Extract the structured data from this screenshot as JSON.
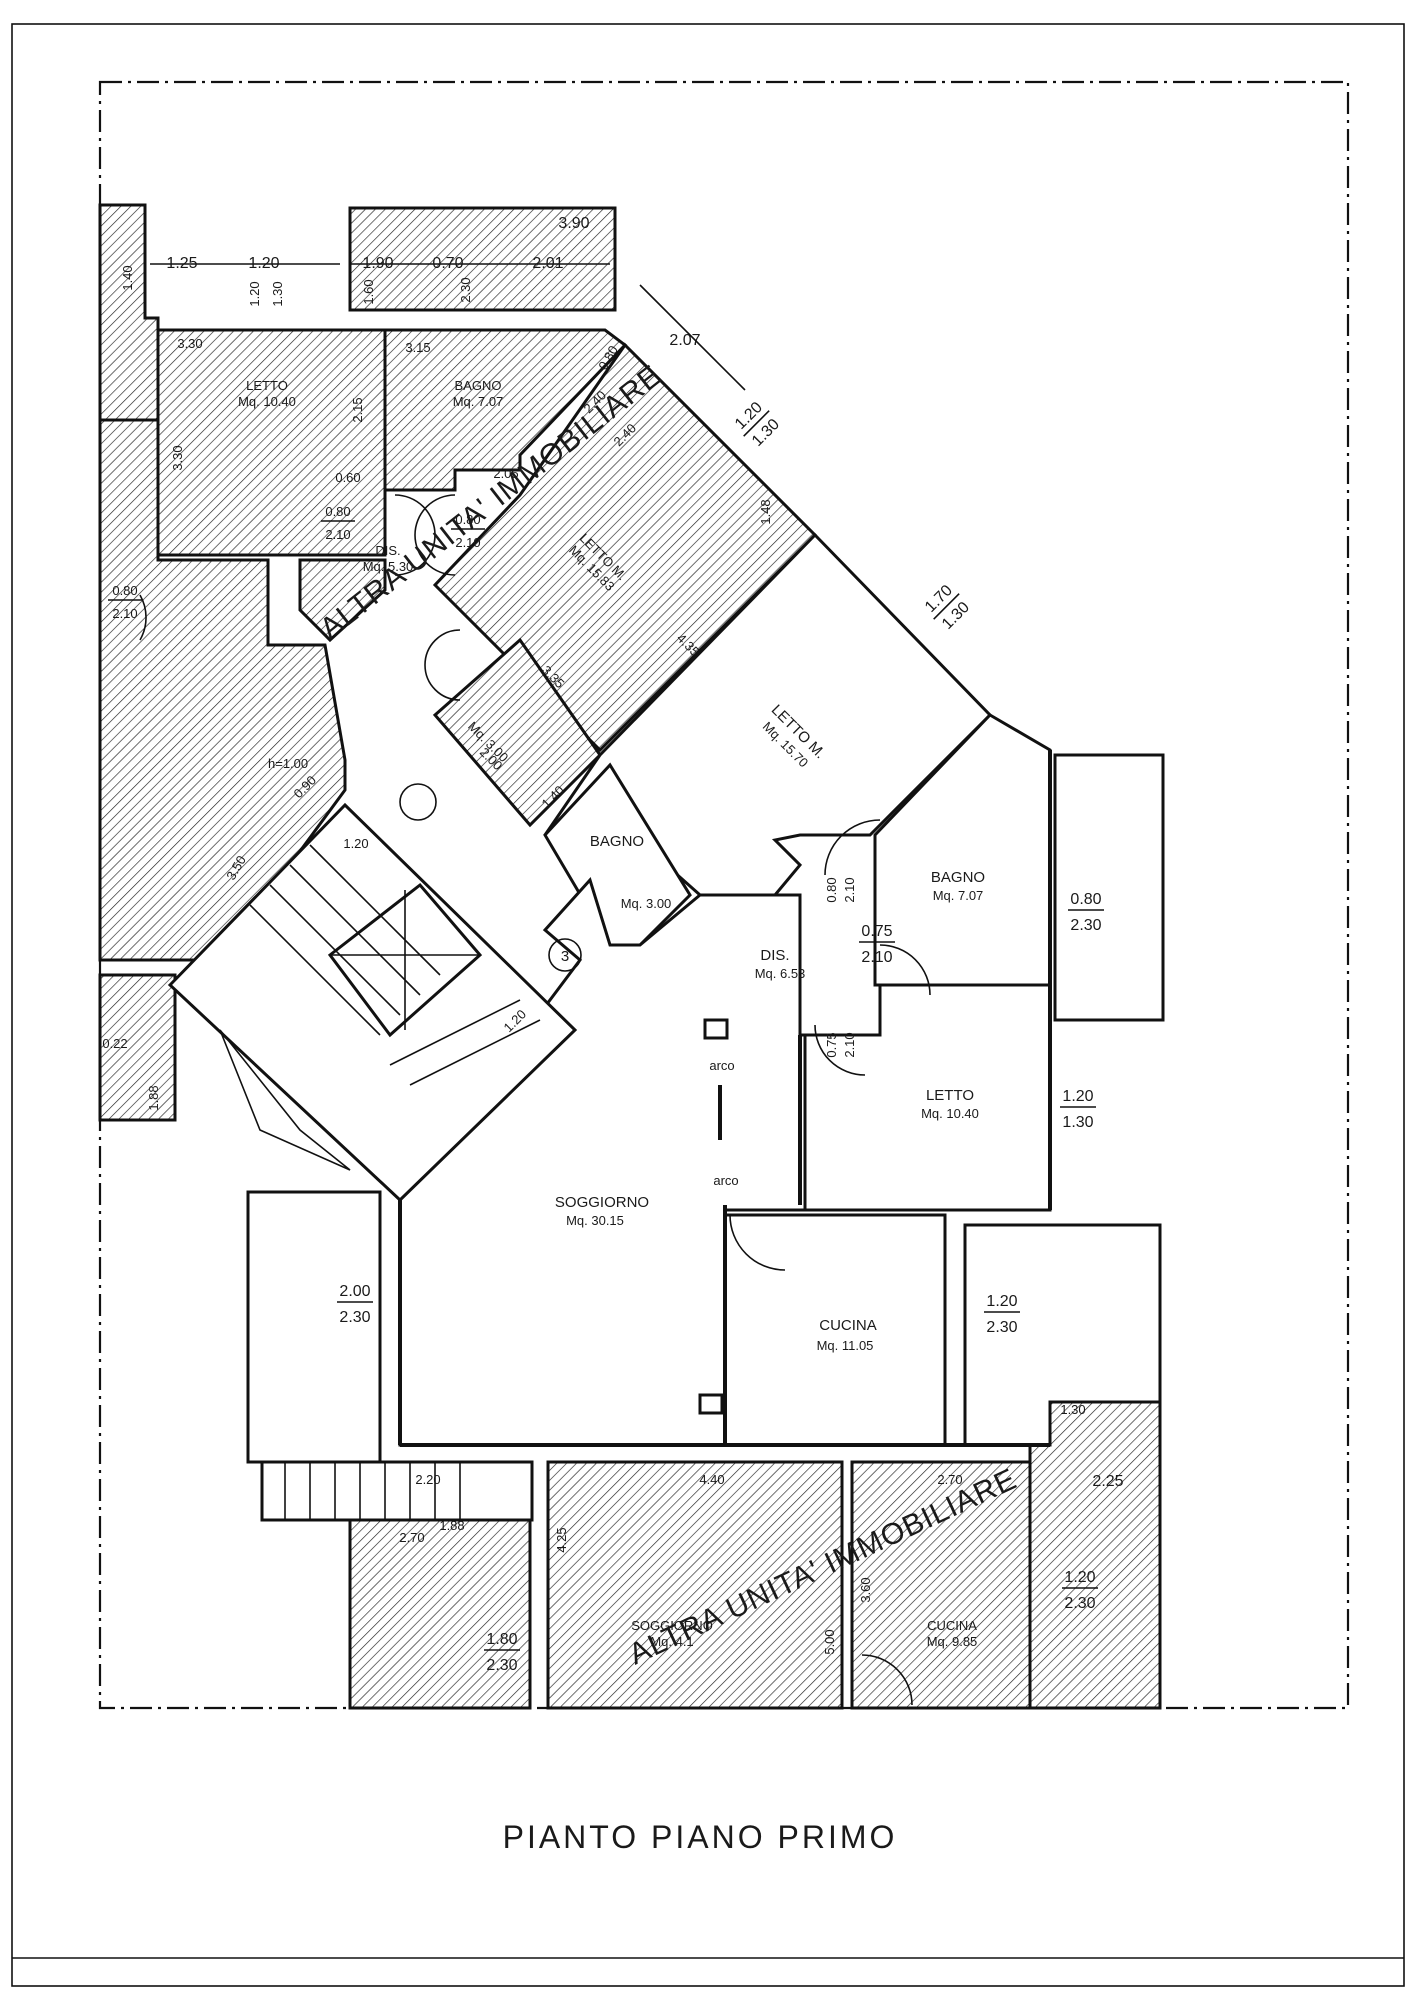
{
  "drawing": {
    "title": "PIANTO  PIANO  PRIMO",
    "other_unit_label": "ALTRA UNITA' IMMOBILIARE",
    "stair_number": "3",
    "rooms": {
      "soggiorno": {
        "name": "SOGGIORNO",
        "area": "Mq. 30.15"
      },
      "cucina": {
        "name": "CUCINA",
        "area": "Mq. 11.05"
      },
      "letto_bottom": {
        "name": "LETTO",
        "area": "Mq. 10.40"
      },
      "bagno_right": {
        "name": "BAGNO",
        "area": "Mq. 7.07"
      },
      "dis": {
        "name": "DIS.",
        "area": "Mq. 6.53"
      },
      "letto_m": {
        "name": "LETTO M.",
        "area": "Mq. 15.70"
      },
      "bagno_small": {
        "name": "BAGNO",
        "area": "Mq. 3.00"
      },
      "other_letto": {
        "name": "LETTO",
        "area": "Mq. 10.40"
      },
      "other_bagno": {
        "name": "BAGNO",
        "area": "Mq. 7.07"
      },
      "other_dis": {
        "name": "DIS.",
        "area": "Mq. 5.30"
      },
      "other_letto_m": {
        "name": "LETTO M.",
        "area": "Mq. 15.83"
      },
      "other_wc": {
        "name": "",
        "area": "Mq. 3.00"
      },
      "other_soggiorno": {
        "name": "SOGGIORNO",
        "area": "Mq. 4.1"
      },
      "other_cucina": {
        "name": "CUCINA",
        "area": "Mq. 9.85"
      }
    },
    "labels": {
      "arco": "arco",
      "arco_vertical": "arco",
      "h_label": "h=1.00"
    },
    "windows": {
      "w_right1": {
        "top": "0.80",
        "bottom": "2.30"
      },
      "w_right2": {
        "top": "1.20",
        "bottom": "1.30"
      },
      "w_right3": {
        "top": "1.20",
        "bottom": "2.30"
      },
      "w_left": {
        "top": "2.00",
        "bottom": "2.30"
      },
      "w_bottom_right": {
        "top": "1.20",
        "bottom": "2.30"
      },
      "w_bottom_left": {
        "top": "1.80",
        "bottom": "2.30"
      },
      "w_diag1": {
        "top": "1.70",
        "bottom": "1.30"
      },
      "w_diag2": {
        "top": "1.20",
        "bottom": "1.30"
      }
    },
    "doors": {
      "d_dis1": {
        "top": "0.75",
        "bottom": "2.10"
      },
      "d_bagno_v": {
        "top": "0.80",
        "bottom": "2.10"
      },
      "d_letto_v": {
        "top": "0.75",
        "bottom": "2.10"
      },
      "d_left1": {
        "top": "0.80",
        "bottom": "2.10"
      },
      "d_dis_a": {
        "top": "0.80",
        "bottom": "2.10"
      },
      "d_dis_b": {
        "top": "0.80",
        "bottom": "2.10"
      }
    },
    "dimensions": {
      "d_2_07": "2.07",
      "d_1_25": "1.25",
      "d_1_20a": "1.20",
      "d_1_30a": "1.30",
      "d_1_20b": "1.20",
      "d_3_90": "3.90",
      "d_2_01": "2.01",
      "d_1_90": "1.90",
      "d_1_60": "1.60",
      "d_0_70": "0.70",
      "d_2_30t": "2.30",
      "d_1_40": "1.40",
      "d_3_30a": "3.30",
      "d_3_15": "3.15",
      "d_3_30b": "3.30",
      "d_2_15": "2.15",
      "d_0_80a": "0.80",
      "d_2_40a": "2.40",
      "d_2_40b": "2.40",
      "d_2_05": "2.05",
      "d_0_60": "0.60",
      "d_4_35": "4.35",
      "d_3_35": "3.35",
      "d_2_00": "2.00",
      "d_1_40b": "1.40",
      "d_1_20c": "1.20",
      "d_3_50": "3.50",
      "d_0_90": "0.90",
      "d_1_20d": "1.20",
      "d_0_22": "0.22",
      "d_1_88": "1.88",
      "d_4_40": "4.40",
      "d_2_70a": "2.70",
      "d_2_20": "2.20",
      "d_2_70b": "2.70",
      "d_1_88b": "1.88",
      "d_4_25": "4.25",
      "d_3_60": "3.60",
      "d_5_00": "5.00",
      "d_1_30c": "1.30",
      "d_2_25": "2.25",
      "d_1_48": "1.48"
    }
  }
}
